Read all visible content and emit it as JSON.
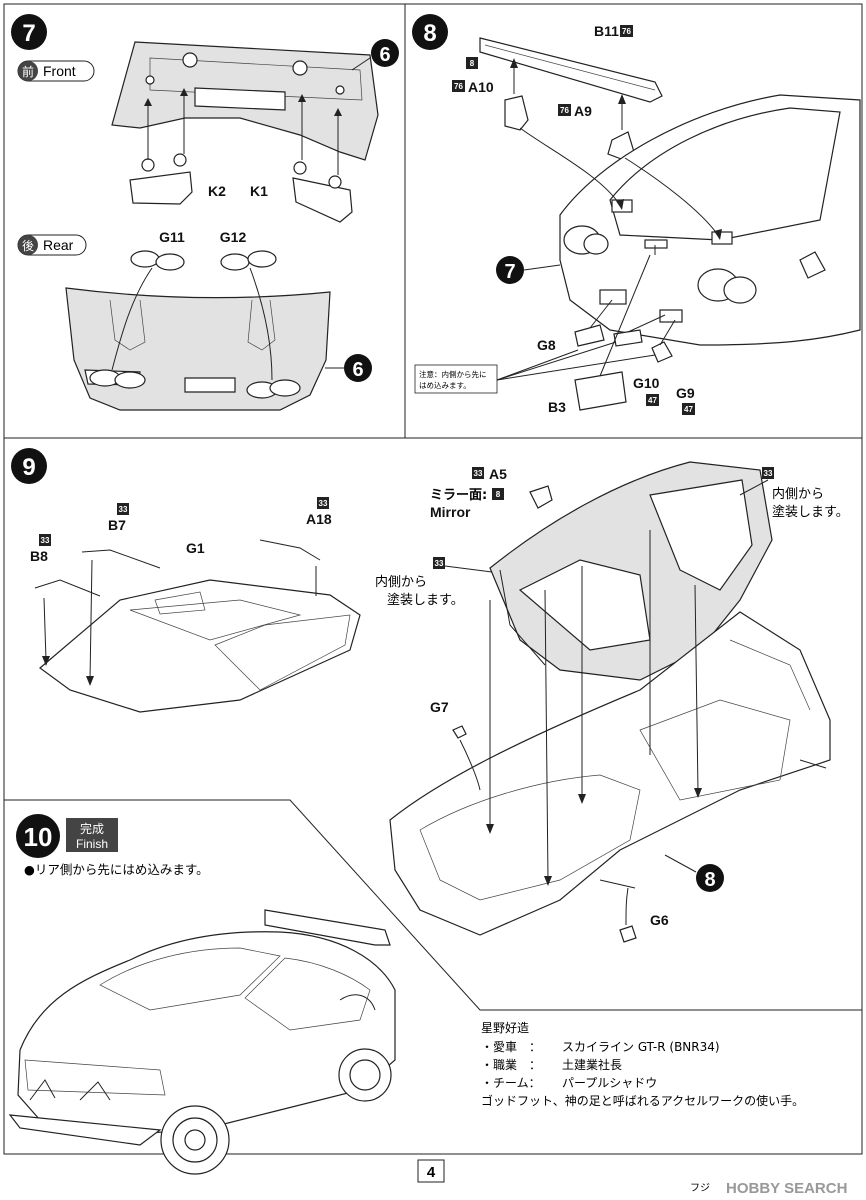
{
  "steps": {
    "s7": {
      "number": "7",
      "front": {
        "kanji": "前",
        "label": "Front"
      },
      "rear": {
        "kanji": "後",
        "label": "Rear"
      },
      "labels": {
        "ref6_top": "6",
        "ref6_bottom": "6",
        "k2": "K2",
        "k1": "K1",
        "g11": "G11",
        "g12": "G12"
      }
    },
    "s8": {
      "number": "8",
      "labels": {
        "b11": "B11",
        "a10": "A10",
        "a9": "A9",
        "ref7": "7",
        "g8": "G8",
        "b3": "B3",
        "g10": "G10",
        "g9": "G9"
      },
      "colors": {
        "b11": "76",
        "b11_small": "8",
        "a10": "76",
        "a9": "76",
        "g10": "47",
        "g9": "47"
      },
      "note_line1": "注意：内側から先に",
      "note_line2": "はめ込みます。"
    },
    "s9": {
      "number": "9",
      "labels": {
        "a5": "A5",
        "mirror_jp": "ミラー面:",
        "mirror_en": "Mirror",
        "b7": "B7",
        "a18": "A18",
        "b8": "B8",
        "g1": "G1",
        "g7": "G7",
        "g6": "G6",
        "ref8": "8"
      },
      "colors": {
        "a5": "33",
        "mirror": "8",
        "b7": "33",
        "a18": "33",
        "b8": "33",
        "inner_left": "33",
        "inner_right": "33"
      },
      "paint_inside_l1": "内側から",
      "paint_inside_l2": "塗装します。"
    },
    "s10": {
      "number": "10",
      "badge_jp": "完成",
      "badge_en": "Finish",
      "instruction": "●リア側から先にはめ込みます。"
    }
  },
  "profile": {
    "name": "星野好造",
    "line1_label": "・愛車　：",
    "line1_value": "スカイライン GT-R (BNR34)",
    "line2_label": "・職業　：",
    "line2_value": "土建業社長",
    "line3_label": "・チーム：",
    "line3_value": "パープルシャドウ",
    "line4": "ゴッドフット、神の足と呼ばれるアクセルワークの使い手。"
  },
  "footer": {
    "page_number": "4",
    "left_text": "フジ",
    "watermark": "HOBBY SEARCH"
  }
}
